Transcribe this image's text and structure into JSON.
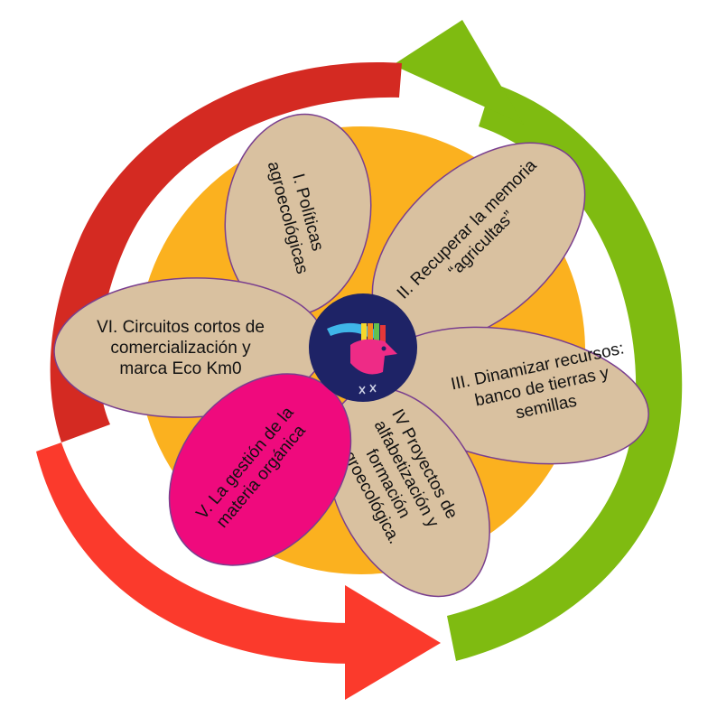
{
  "colors": {
    "sun": "#fbb11f",
    "petal": "#d9c1a0",
    "petal_accent": "#ef0a7d",
    "petal_outline": "#7a3f8e",
    "center": "#1e2366",
    "arrow_green": "#7fbb11",
    "arrow_red": "#e3262c"
  },
  "petals": [
    {
      "id": "petal-1",
      "lines": [
        "I. Políticas",
        "agroecológicas"
      ],
      "highlight": false
    },
    {
      "id": "petal-2",
      "lines": [
        "II. Recuperar la memoria",
        "“agricultas”"
      ],
      "highlight": false
    },
    {
      "id": "petal-3",
      "lines": [
        "III. Dinamizar recursos:",
        "banco de tierras y",
        "semillas"
      ],
      "highlight": false
    },
    {
      "id": "petal-4",
      "lines": [
        "IV Proyectos de",
        "alfabetización y",
        "formación",
        "agroecológica."
      ],
      "highlight": false
    },
    {
      "id": "petal-5",
      "lines": [
        "V. La gestión de la",
        "materia orgánica"
      ],
      "highlight": true
    },
    {
      "id": "petal-6",
      "lines": [
        "VI. Circuitos cortos de",
        "comercialización y",
        "marca Eco Km0"
      ],
      "highlight": false
    }
  ],
  "center_icon": "bird-logo-icon",
  "arrows": [
    {
      "id": "green-cycle-arrow",
      "icon": "circular-arrow-icon"
    },
    {
      "id": "red-cycle-arrow",
      "icon": "circular-arrow-icon"
    }
  ]
}
